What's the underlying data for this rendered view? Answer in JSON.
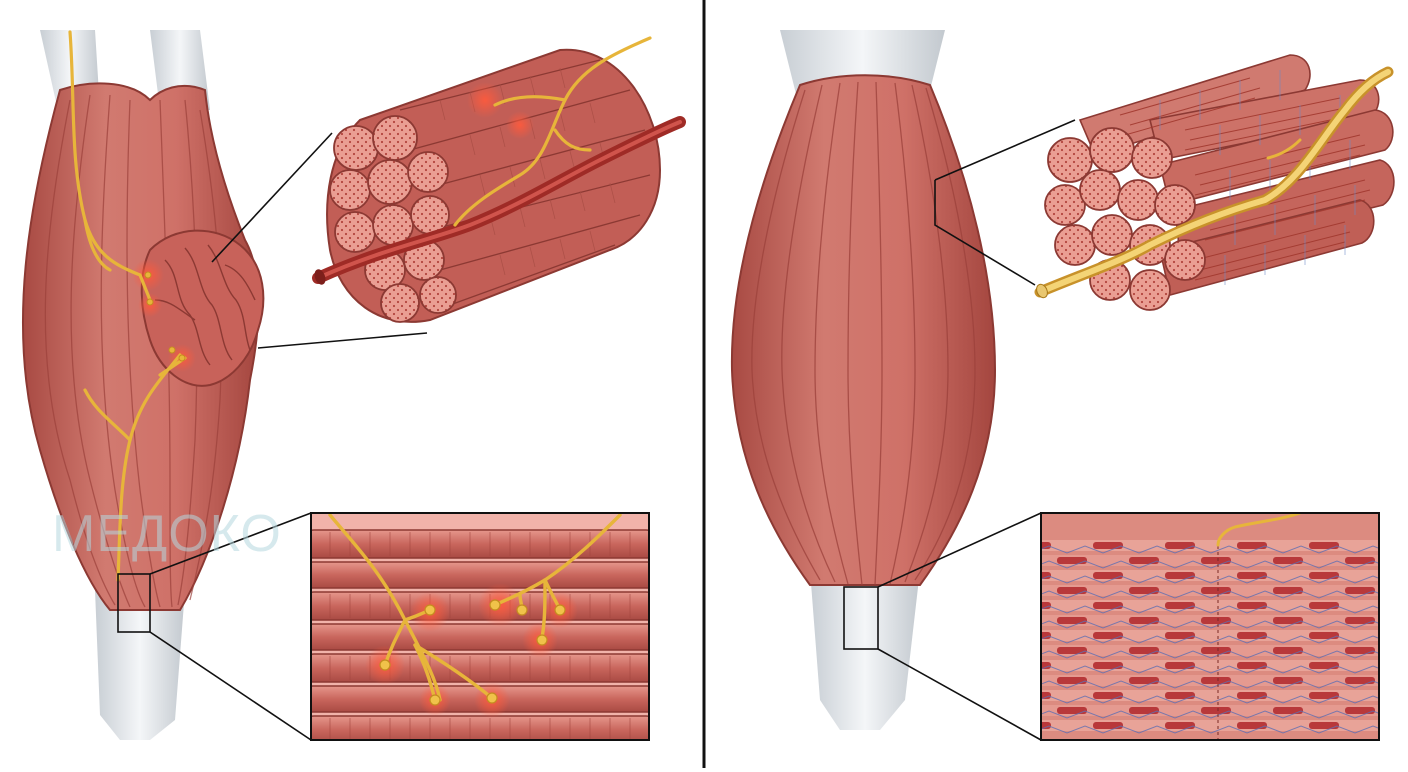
{
  "watermark": "МЕДОКО",
  "colors": {
    "muscle": "#c9675e",
    "muscle_dark": "#9e3f39",
    "muscle_light": "#e79a8f",
    "tendon": "#dfe3e7",
    "nerve": "#f0c24a",
    "vessel": "#b5352f",
    "inflammation": "#ff6a4d",
    "line": "#111111",
    "background": "#ffffff"
  },
  "panels": [
    {
      "id": "damaged",
      "label": ""
    },
    {
      "id": "healthy",
      "label": ""
    }
  ]
}
